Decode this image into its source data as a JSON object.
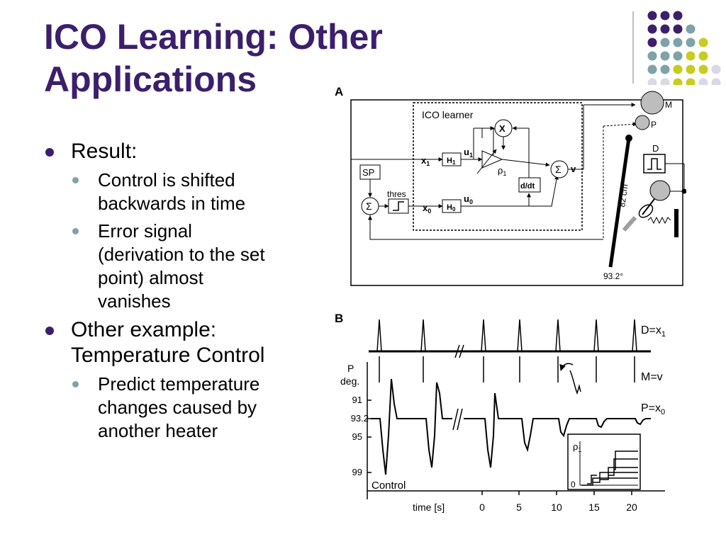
{
  "slide": {
    "title_line1": "ICO Learning: Other",
    "title_line2": "Applications",
    "accent_color": "#3b1f6b",
    "secondary_color": "#7ea2a8",
    "tertiary_color": "#c8cc1e"
  },
  "bullets": {
    "b1": "Result:",
    "b1_1_line1": "Control is shifted",
    "b1_1_line2": "backwards in time",
    "b1_2_line1": "Error signal",
    "b1_2_line2": "(derivation to the set",
    "b1_2_line3": "point) almost",
    "b1_2_line4": "vanishes",
    "b2_line1": "Other example:",
    "b2_line2": "Temperature Control",
    "b2_1_line1": "Predict temperature",
    "b2_1_line2": "changes caused by",
    "b2_1_line3": "another heater"
  },
  "figure": {
    "panel_a": {
      "label": "A",
      "learner_label": "ICO learner",
      "sp": "SP",
      "thres": "thres",
      "x1": "x",
      "x1_sub": "1",
      "x0": "x",
      "x0_sub": "0",
      "u1": "u",
      "u1_sub": "1",
      "u0": "u",
      "u0_sub": "0",
      "h1": "H",
      "h1_sub": "1",
      "h0": "H",
      "h0_sub": "0",
      "multiply": "X",
      "rho": "ρ",
      "rho_sub": "1",
      "ddt": "d/dt",
      "sum": "Σ",
      "v": "v",
      "m": "M",
      "p": "P",
      "d": "D",
      "length": "82 cm",
      "angle": "93.2°"
    },
    "panel_b": {
      "label": "B",
      "d_label": "D=x",
      "d_sub": "1",
      "m_label": "M=v",
      "p_label": "P=x",
      "p_sub": "0",
      "p_axis_line1": "P",
      "p_axis_line2": "deg.",
      "y_ticks": [
        "91",
        "93.2",
        "95",
        "99"
      ],
      "control_label": "Control",
      "time_label": "time [s]",
      "x_ticks": [
        "0",
        "5",
        "10",
        "15",
        "20"
      ],
      "inset_label": "ρ",
      "inset_sub": "1",
      "inset_zero": "0"
    }
  }
}
